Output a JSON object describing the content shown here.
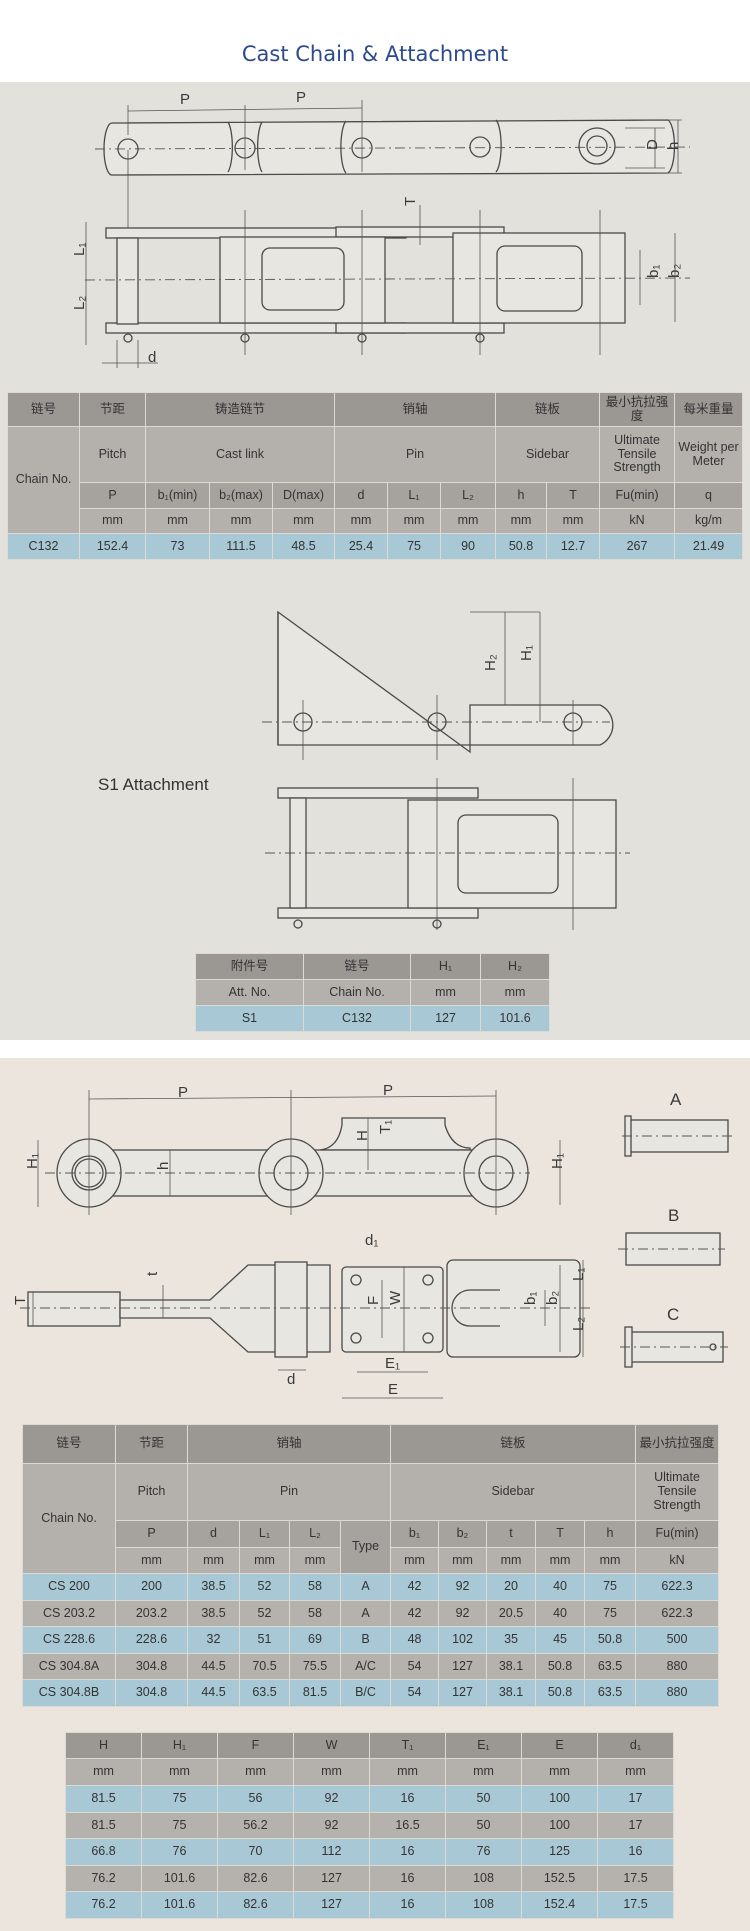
{
  "title": "Cast Chain & Attachment",
  "drawing1": {
    "labels": [
      "P",
      "P",
      "D",
      "h",
      "T",
      "L₁",
      "L₂",
      "b₁",
      "b₂",
      "d"
    ]
  },
  "attachment": {
    "label": "S1 Attachment",
    "drawing_labels": [
      "H₂",
      "H₁"
    ]
  },
  "drawing3": {
    "labels": [
      "P",
      "P",
      "H₁",
      "h",
      "H",
      "T₁",
      "H₁",
      "T",
      "t",
      "d",
      "d₁",
      "F",
      "W",
      "E₁",
      "E",
      "b₁",
      "b₂",
      "L₁",
      "L₂"
    ],
    "pin_types": [
      "A",
      "B",
      "C"
    ]
  },
  "table1": {
    "groups_cn": [
      "链号",
      "节距",
      "铸造链节",
      "销轴",
      "链板",
      "最小抗拉强度",
      "每米重量"
    ],
    "groups_en": [
      "Chain No.",
      "Pitch",
      "Cast link",
      "Pin",
      "Sidebar",
      "Ultimate Tensile Strength",
      "Weight per Meter"
    ],
    "symbols": [
      "P",
      "b₁(min)",
      "b₂(max)",
      "D(max)",
      "d",
      "L₁",
      "L₂",
      "h",
      "T",
      "Fu(min)",
      "q"
    ],
    "units": [
      "mm",
      "mm",
      "mm",
      "mm",
      "mm",
      "mm",
      "mm",
      "mm",
      "mm",
      "kN",
      "kg/m"
    ],
    "rows": [
      [
        "C132",
        "152.4",
        "73",
        "111.5",
        "48.5",
        "25.4",
        "75",
        "90",
        "50.8",
        "12.7",
        "267",
        "21.49"
      ]
    ]
  },
  "table_att": {
    "headers_cn": [
      "附件号",
      "链号",
      "H₁",
      "H₂"
    ],
    "headers_en": [
      "Att. No.",
      "Chain No.",
      "mm",
      "mm"
    ],
    "rows": [
      [
        "S1",
        "C132",
        "127",
        "101.6"
      ]
    ]
  },
  "table2": {
    "groups_cn": [
      "链号",
      "节距",
      "销轴",
      "链板",
      "最小抗拉强度"
    ],
    "groups_en": [
      "Chain No.",
      "Pitch",
      "Pin",
      "Sidebar",
      "Ultimate Tensile Strength"
    ],
    "symbols": [
      "P",
      "d",
      "L₁",
      "L₂",
      "Type",
      "b₁",
      "b₂",
      "t",
      "T",
      "h",
      "Fu(min)"
    ],
    "units": [
      "mm",
      "mm",
      "mm",
      "mm",
      "mm",
      "mm",
      "mm",
      "mm",
      "mm",
      "kN"
    ],
    "rows": [
      [
        "CS 200",
        "200",
        "38.5",
        "52",
        "58",
        "A",
        "42",
        "92",
        "20",
        "40",
        "75",
        "622.3"
      ],
      [
        "CS 203.2",
        "203.2",
        "38.5",
        "52",
        "58",
        "A",
        "42",
        "92",
        "20.5",
        "40",
        "75",
        "622.3"
      ],
      [
        "CS 228.6",
        "228.6",
        "32",
        "51",
        "69",
        "B",
        "48",
        "102",
        "35",
        "45",
        "50.8",
        "500"
      ],
      [
        "CS 304.8A",
        "304.8",
        "44.5",
        "70.5",
        "75.5",
        "A/C",
        "54",
        "127",
        "38.1",
        "50.8",
        "63.5",
        "880"
      ],
      [
        "CS 304.8B",
        "304.8",
        "44.5",
        "63.5",
        "81.5",
        "B/C",
        "54",
        "127",
        "38.1",
        "50.8",
        "63.5",
        "880"
      ]
    ]
  },
  "table3": {
    "symbols": [
      "H",
      "H₁",
      "F",
      "W",
      "T₁",
      "E₁",
      "E",
      "d₁"
    ],
    "units": [
      "mm",
      "mm",
      "mm",
      "mm",
      "mm",
      "mm",
      "mm",
      "mm"
    ],
    "rows": [
      [
        "81.5",
        "75",
        "56",
        "92",
        "16",
        "50",
        "100",
        "17"
      ],
      [
        "81.5",
        "75",
        "56.2",
        "92",
        "16.5",
        "50",
        "100",
        "17"
      ],
      [
        "66.8",
        "76",
        "70",
        "112",
        "16",
        "76",
        "125",
        "16"
      ],
      [
        "76.2",
        "101.6",
        "82.6",
        "127",
        "16",
        "108",
        "152.5",
        "17.5"
      ],
      [
        "76.2",
        "101.6",
        "82.6",
        "127",
        "16",
        "108",
        "152.4",
        "17.5"
      ]
    ]
  },
  "colors": {
    "title": "#2d4a8a",
    "header_dark": "#9b9894",
    "header_light": "#b4b1ad",
    "row_blue": "#a9c8d6",
    "row_grey": "#b5b2ad"
  }
}
